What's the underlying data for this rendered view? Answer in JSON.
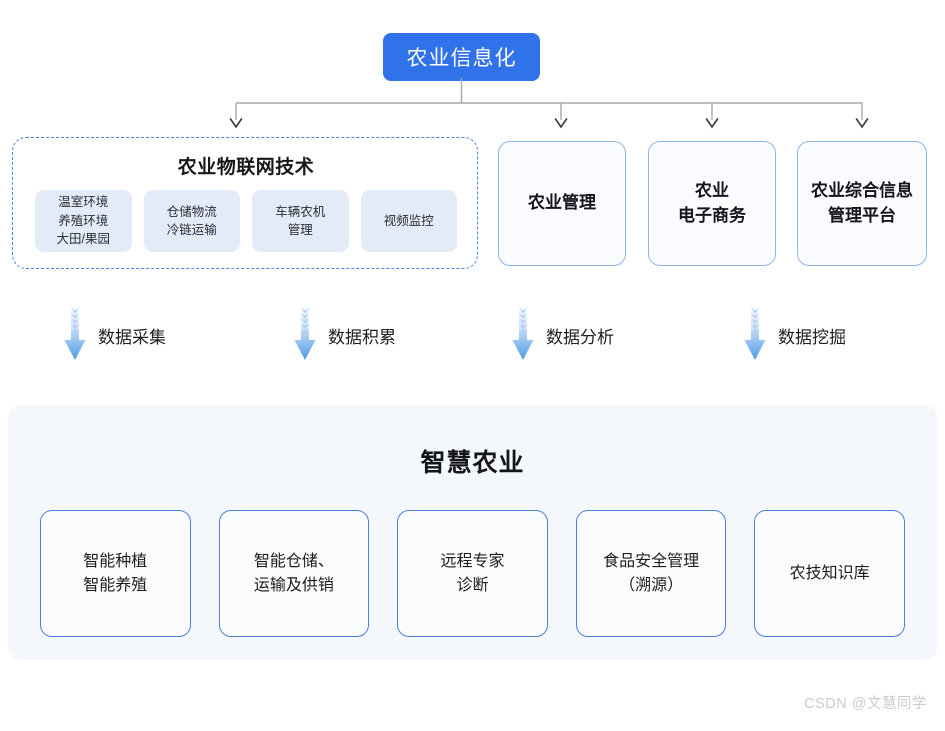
{
  "root": {
    "label": "农业信息化"
  },
  "iot_group": {
    "title": "农业物联网技术",
    "cells": [
      {
        "lines": [
          "温室环境",
          "养殖环境",
          "大田/果园"
        ]
      },
      {
        "lines": [
          "仓储物流",
          "冷链运输"
        ]
      },
      {
        "lines": [
          "车辆农机",
          "管理"
        ]
      },
      {
        "lines": [
          "视频监控"
        ]
      }
    ]
  },
  "pillars": [
    {
      "lines": [
        "农业管理"
      ]
    },
    {
      "lines": [
        "农业",
        "电子商务"
      ]
    },
    {
      "lines": [
        "农业综合信息",
        "管理平台"
      ]
    }
  ],
  "flow_steps": [
    {
      "label": "数据采集"
    },
    {
      "label": "数据积累"
    },
    {
      "label": "数据分析"
    },
    {
      "label": "数据挖掘"
    }
  ],
  "smart_panel": {
    "title": "智慧农业",
    "cards": [
      {
        "lines": [
          "智能种植",
          "智能养殖"
        ]
      },
      {
        "lines": [
          "智能仓储、",
          "运输及供销"
        ]
      },
      {
        "lines": [
          "远程专家",
          "诊断"
        ]
      },
      {
        "lines": [
          "食品安全管理",
          "（溯源）"
        ]
      },
      {
        "lines": [
          "农技知识库"
        ]
      }
    ]
  },
  "watermark": {
    "text": "CSDN @文慧同学"
  },
  "colors": {
    "root_fill": "#2f72ea",
    "dashed_border": "#4a83e8",
    "iot_cell_fill": "#e3eaf8",
    "pillar_border": "#8fb4ee",
    "panel_fill": "#f4f7fc",
    "card_border": "#4a7fe0",
    "arrow_blue": "#4d9ae8",
    "connector_gray": "#a8a8a8",
    "watermark_gray": "#c9cbcf"
  }
}
